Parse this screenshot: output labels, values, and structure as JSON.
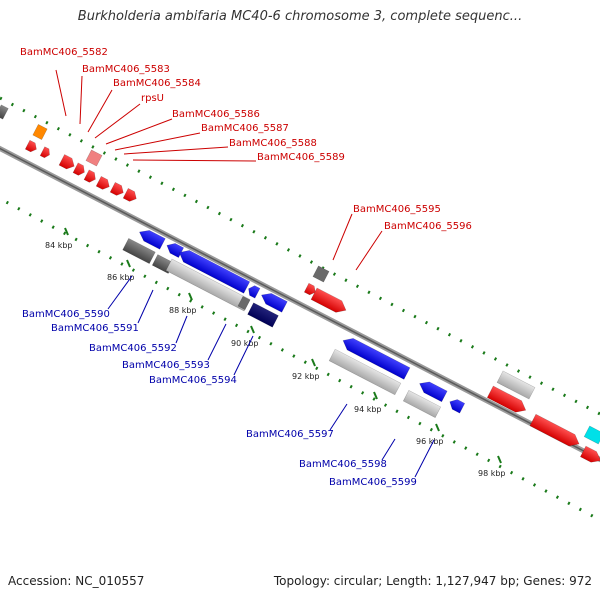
{
  "title": "Burkholderia ambifaria MC40-6 chromosome 3, complete sequenc...",
  "footer": {
    "accession": "Accession: NC_010557",
    "summary": "Topology: circular; Length: 1,127,947 bp; Genes: 972"
  },
  "colors": {
    "forward_label": "#cc0000",
    "reverse_label": "#0000aa",
    "backbone": "#7a7a7a",
    "tick": "#1a7a1a"
  },
  "ticks": [
    "84 kbp",
    "86 kbp",
    "88 kbp",
    "90 kbp",
    "92 kbp",
    "94 kbp",
    "96 kbp",
    "98 kbp"
  ],
  "forward_labels": [
    "BamMC406_5582",
    "BamMC406_5583",
    "BamMC406_5584",
    "rpsU",
    "BamMC406_5586",
    "BamMC406_5587",
    "BamMC406_5588",
    "BamMC406_5589",
    "BamMC406_5595",
    "BamMC406_5596"
  ],
  "reverse_labels": [
    "BamMC406_5590",
    "BamMC406_5591",
    "BamMC406_5592",
    "BamMC406_5593",
    "BamMC406_5594",
    "BamMC406_5597",
    "BamMC406_5598",
    "BamMC406_5599"
  ]
}
